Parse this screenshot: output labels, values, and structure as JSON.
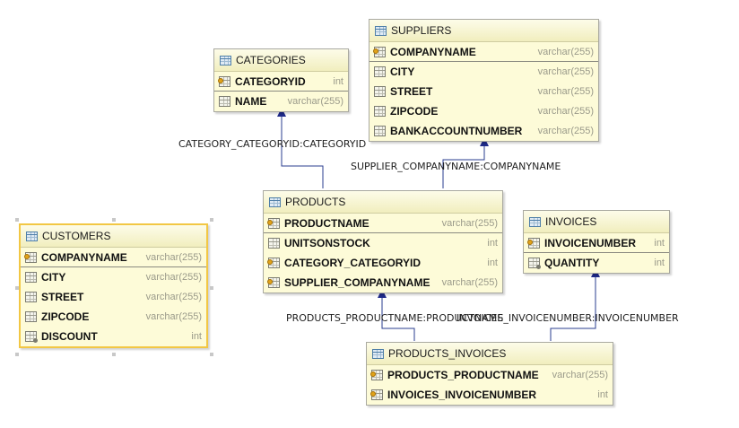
{
  "entities": {
    "categories": {
      "name": "CATEGORIES",
      "columns": [
        {
          "name": "CATEGORYID",
          "type": "int"
        },
        {
          "name": "NAME",
          "type": "varchar(255)"
        }
      ]
    },
    "suppliers": {
      "name": "SUPPLIERS",
      "columns": [
        {
          "name": "COMPANYNAME",
          "type": "varchar(255)"
        },
        {
          "name": "CITY",
          "type": "varchar(255)"
        },
        {
          "name": "STREET",
          "type": "varchar(255)"
        },
        {
          "name": "ZIPCODE",
          "type": "varchar(255)"
        },
        {
          "name": "BANKACCOUNTNUMBER",
          "type": "varchar(255)"
        }
      ]
    },
    "products": {
      "name": "PRODUCTS",
      "columns": [
        {
          "name": "PRODUCTNAME",
          "type": "varchar(255)"
        },
        {
          "name": "UNITSONSTOCK",
          "type": "int"
        },
        {
          "name": "CATEGORY_CATEGORYID",
          "type": "int"
        },
        {
          "name": "SUPPLIER_COMPANYNAME",
          "type": "varchar(255)"
        }
      ]
    },
    "invoices": {
      "name": "INVOICES",
      "columns": [
        {
          "name": "INVOICENUMBER",
          "type": "int"
        },
        {
          "name": "QUANTITY",
          "type": "int"
        }
      ]
    },
    "customers": {
      "name": "CUSTOMERS",
      "columns": [
        {
          "name": "COMPANYNAME",
          "type": "varchar(255)"
        },
        {
          "name": "CITY",
          "type": "varchar(255)"
        },
        {
          "name": "STREET",
          "type": "varchar(255)"
        },
        {
          "name": "ZIPCODE",
          "type": "varchar(255)"
        },
        {
          "name": "DISCOUNT",
          "type": "int"
        }
      ]
    },
    "products_invoices": {
      "name": "PRODUCTS_INVOICES",
      "columns": [
        {
          "name": "PRODUCTS_PRODUCTNAME",
          "type": "varchar(255)"
        },
        {
          "name": "INVOICES_INVOICENUMBER",
          "type": "int"
        }
      ]
    }
  },
  "relationships": {
    "category": "CATEGORY_CATEGORYID:CATEGORYID",
    "supplier": "SUPPLIER_COMPANYNAME:COMPANYNAME",
    "products_productname": "PRODUCTS_PRODUCTNAME:PRODUCTNAME",
    "invoices_invoicenumber": "INVOICES_INVOICENUMBER:INVOICENUMBER"
  },
  "colors": {
    "entity_fill": "#fdfbd8",
    "entity_border": "#a9a9a0",
    "selected_border": "#f2c744",
    "connector": "#2a3c8f"
  }
}
